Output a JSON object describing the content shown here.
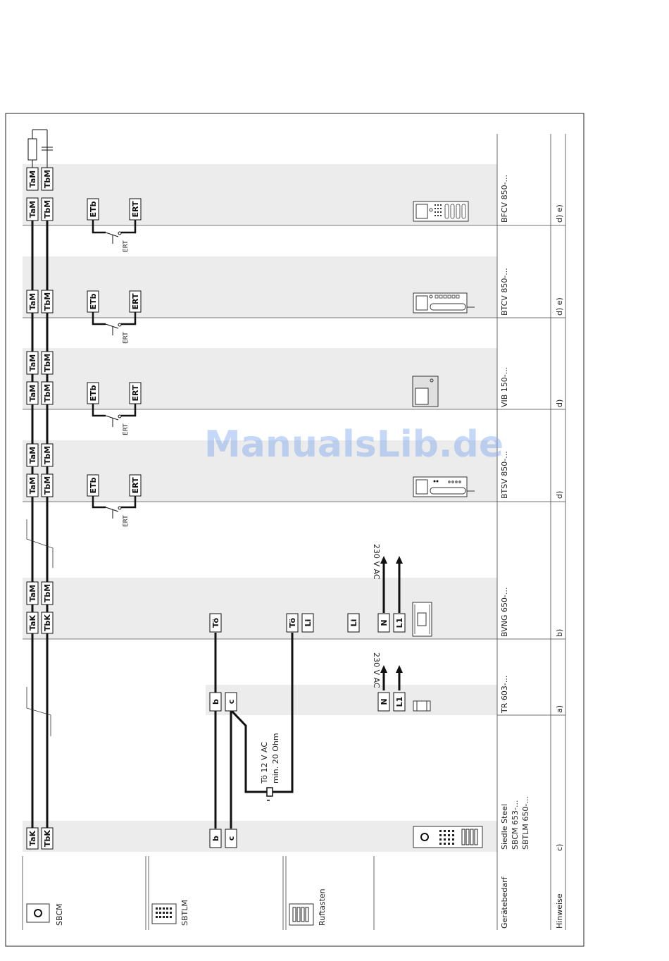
{
  "watermark": "ManualsLib.de",
  "header_labels": {
    "hinweise": "Hinweise",
    "geraetebedarf": "Gerätebedarf"
  },
  "left_boxes": {
    "sbcm": "SBCM",
    "sbtlm": "SBTLM",
    "ruftasten": "Ruftasten"
  },
  "columns": [
    {
      "device": [
        "Siedle Steel",
        "SBCM 653-...",
        "SBTLM 650-..."
      ],
      "note": "c)"
    },
    {
      "device": [
        "TR 603-..."
      ],
      "note": "a)"
    },
    {
      "device": [
        "BVNG 650-..."
      ],
      "note": "b)"
    },
    {
      "device": [
        "BTSV 850-..."
      ],
      "note": "d)"
    },
    {
      "device": [
        "VIB 150-..."
      ],
      "note": "d)"
    },
    {
      "device": [
        "BTCV 850-..."
      ],
      "note": "d) e)"
    },
    {
      "device": [
        "BFCV 850-..."
      ],
      "note": "d) e)"
    }
  ],
  "terminals": {
    "tak": "TaK",
    "tbk": "TbK",
    "tam": "TaM",
    "tbm": "TbM",
    "b": "b",
    "c": "c",
    "toe": "Tö",
    "li": "Li",
    "n": "N",
    "l1": "L1",
    "etb": "ETb",
    "ert": "ERT"
  },
  "labels": {
    "ert_switch": "ERT",
    "ac_230": "230 V AC",
    "toe_spec_1": "Tö 12 V AC",
    "toe_spec_2": "min. 20 Ohm"
  }
}
